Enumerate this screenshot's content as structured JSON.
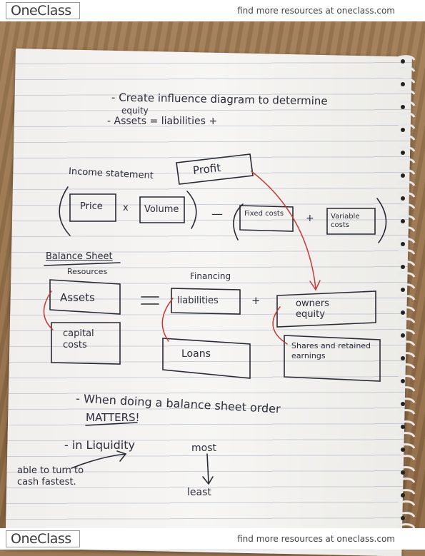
{
  "header": {
    "logo": "OneClass",
    "tagline": "find more resources at oneclass.com"
  },
  "footer": {
    "logo": "OneClass",
    "tagline": "find more resources at oneclass.com"
  },
  "notes": {
    "line1": "- Create influence diagram to determine",
    "line1b": "equity",
    "line2": "- Assets = liabilities +",
    "income_statement": "Income statement",
    "profit": "Profit",
    "price": "Price",
    "times": "x",
    "volume": "Volume",
    "minus": "—",
    "fixed_costs": "Fixed costs",
    "plus": "+",
    "variable_costs": "Variable costs",
    "balance_sheet": "Balance Sheet",
    "resources": "Resources",
    "financing": "Financing",
    "assets": "Assets",
    "equals": "=",
    "liabilities": "liabilities",
    "plus2": "+",
    "owners_equity": "owners equity",
    "capital_costs": "capital costs",
    "loans": "Loans",
    "shares": "Shares and retained earnings",
    "when_doing": "- When doing a balance sheet order",
    "matters": "MATTERS!",
    "in_liquidity": "- in Liquidity",
    "most": "most",
    "least": "least",
    "able_to": "able to turn to cash fastest."
  }
}
